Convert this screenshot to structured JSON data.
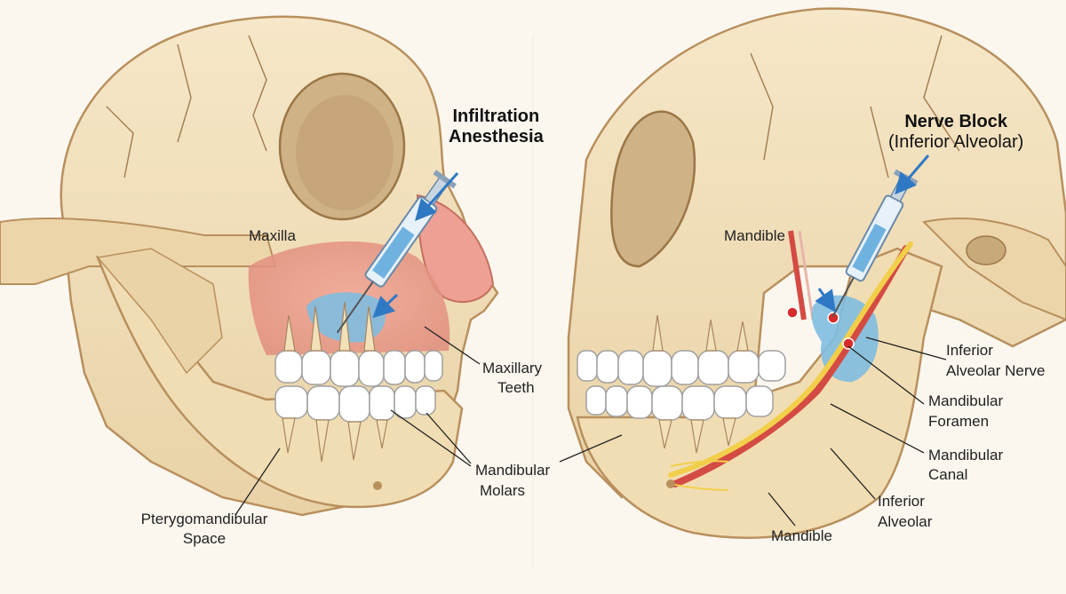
{
  "left_panel": {
    "title_line1": "Infiltration",
    "title_line2": "Anesthesia",
    "labels": {
      "maxilla": "Maxilla",
      "maxillary_teeth_1": "Maxillary",
      "maxillary_teeth_2": "Teeth",
      "mandibular_molars_1": "Mandibular",
      "mandibular_molars_2": "Molars",
      "pterygo_1": "Pterygomandibular",
      "pterygo_2": "Space"
    }
  },
  "right_panel": {
    "title_line1": "Nerve Block",
    "title_line2": "(Inferior Alveolar)",
    "labels": {
      "mandible_top": "Mandible",
      "ian_1": "Inferior",
      "ian_2": "Alveolar Nerve",
      "foramen_1": "Mandibular",
      "foramen_2": "Foramen",
      "canal_1": "Mandibular",
      "canal_2": "Canal",
      "inf_alv_1": "Inferior",
      "inf_alv_2": "Alveolar",
      "mandible_bottom": "Mandible"
    }
  },
  "colors": {
    "bone": "#f0dfbd",
    "bone_dark": "#b8905e",
    "gum": "#e89a8c",
    "anesthetic": "#7fbde0",
    "nerve": "#f2cf4a",
    "artery": "#d44b43",
    "arrow": "#2f78c4"
  }
}
